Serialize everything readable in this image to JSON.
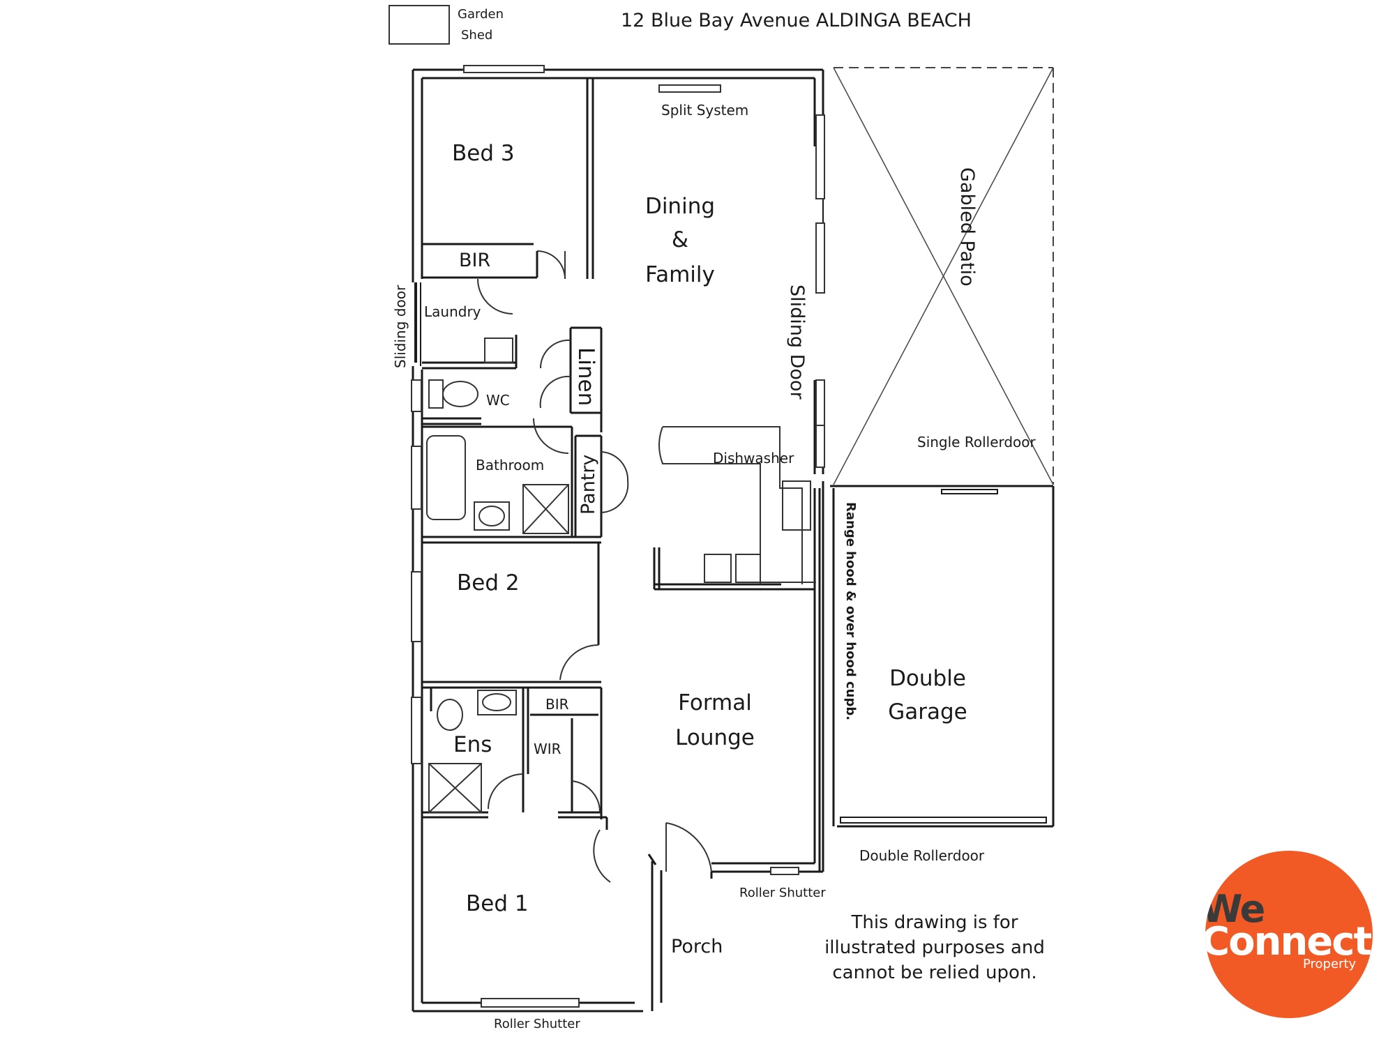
{
  "title": "12 Blue Bay Avenue ALDINGA BEACH",
  "shed_label_line1": "Garden",
  "shed_label_line2": "Shed",
  "rooms": {
    "bed3": "Bed 3",
    "bir_top": "BIR",
    "dining_line1": "Dining",
    "dining_line2": "&",
    "dining_line3": "Family",
    "split_system": "Split System",
    "laundry": "Laundry",
    "sliding_door_left": "Sliding door",
    "linen": "Linen",
    "wc": "WC",
    "bathroom": "Bathroom",
    "pantry": "Pantry",
    "dishwasher": "Dishwasher",
    "range_hood": "Range hood & over hood cupb.",
    "sliding_door_right": "Sliding Door",
    "gabled_patio": "Gabled Patio",
    "single_rollerdoor": "Single Rollerdoor",
    "bed2": "Bed 2",
    "bir_mid": "BIR",
    "ens": "Ens",
    "wir": "WIR",
    "formal_line1": "Formal",
    "formal_line2": "Lounge",
    "double_line1": "Double",
    "double_line2": "Garage",
    "double_rollerdoor": "Double Rollerdoor",
    "roller_shutter_front": "Roller Shutter",
    "bed1": "Bed 1",
    "porch": "Porch",
    "roller_shutter_bottom": "Roller Shutter"
  },
  "disclaimer": "This drawing is for illustrated purposes and cannot be relied upon.",
  "logo": {
    "we": "We",
    "connect": "Connect",
    "property": "Property",
    "color": "#f15a24"
  },
  "colors": {
    "wall": "#1a1a1a",
    "background": "#ffffff"
  }
}
